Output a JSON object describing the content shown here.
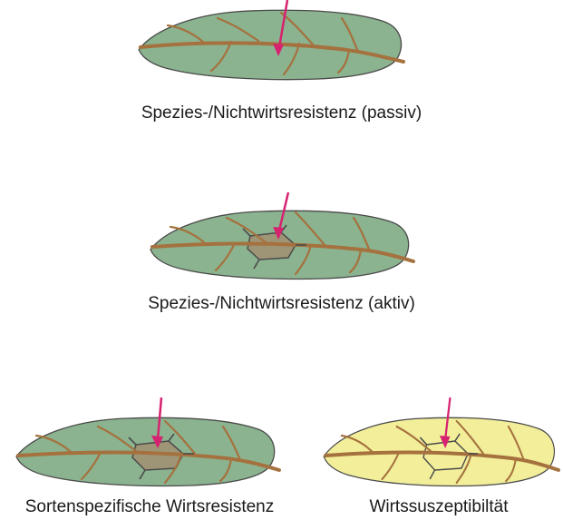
{
  "colors": {
    "leaf_green": "#8bb38f",
    "leaf_yellow": "#f2ee9a",
    "leaf_outline": "#4a4a4a",
    "vein": "#a5713e",
    "lesion": "#9e9577",
    "arrow": "#d6226f"
  },
  "panels": [
    {
      "caption": "Spezies-/Nichtwirtsresistenz (passiv)",
      "leaf_color": "green",
      "lesion": "none"
    },
    {
      "caption": "Spezies-/Nichtwirtsresistenz (aktiv)",
      "leaf_color": "green",
      "lesion": "brown-polygon"
    },
    {
      "caption": "Sortenspezifische Wirtsresistenz",
      "leaf_color": "green",
      "lesion": "brown-polygon"
    },
    {
      "caption": "Wirtssuszeptibiltät",
      "leaf_color": "yellow",
      "lesion": "outline-polygon"
    }
  ]
}
